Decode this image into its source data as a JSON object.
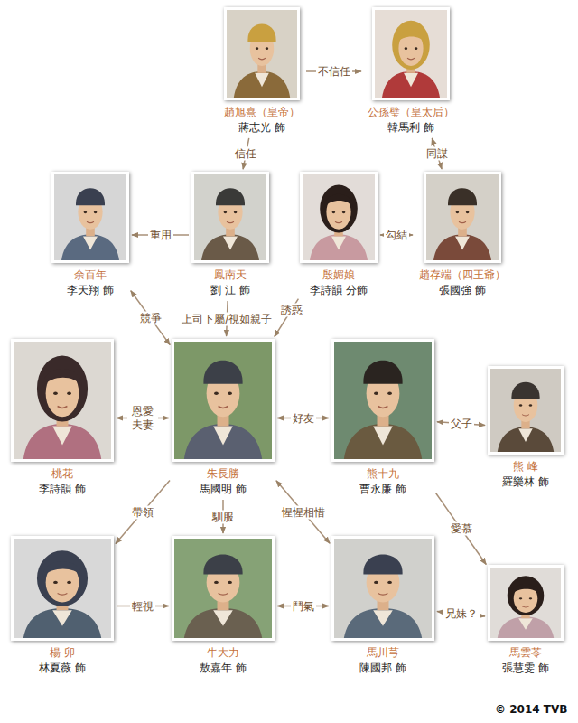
{
  "diagram": {
    "nodes": [
      {
        "text": [
          "趙旭熹（皇帝）",
          "蔣志光 飾"
        ]
      },
      {
        "text": [
          "公孫璧（皇太后）",
          "韓馬利 飾"
        ]
      },
      {
        "text": [
          "余百年",
          "李天翔 飾"
        ]
      },
      {
        "text": [
          "鳳南天",
          "劉 江 飾"
        ]
      },
      {
        "text": [
          "殷媚娘",
          "李詩韻 分飾"
        ]
      },
      {
        "text": [
          "趙存端（四王爺）",
          "張國強 飾"
        ]
      },
      {
        "text": [
          "桃花",
          "李詩韻 飾"
        ]
      },
      {
        "text": [
          "朱長勝",
          "馬國明 飾"
        ]
      },
      {
        "text": [
          "熊十九",
          "曹永廉 飾"
        ]
      },
      {
        "text": [
          "熊 峰",
          "羅樂林 飾"
        ]
      },
      {
        "text": [
          "楊 卯",
          "林夏薇 飾"
        ]
      },
      {
        "text": [
          "牛大力",
          "敖嘉年 飾"
        ]
      },
      {
        "text": [
          "馬川芎",
          "陳國邦 飾"
        ]
      },
      {
        "text": [
          "馬雲苓",
          "張慧雯 飾"
        ]
      }
    ],
    "edges": [
      {
        "from": 0,
        "to": 1,
        "label": "不信任",
        "arrow": "to"
      },
      {
        "from": 0,
        "to": 3,
        "label": "信任",
        "arrow": "to"
      },
      {
        "from": 1,
        "to": 5,
        "label": "同謀",
        "arrow": "both"
      },
      {
        "from": 3,
        "to": 2,
        "label": "重用",
        "arrow": "to"
      },
      {
        "from": 4,
        "to": 5,
        "label": "勾結",
        "arrow": "both"
      },
      {
        "from": 2,
        "to": 7,
        "label": "競爭",
        "arrow": "both"
      },
      {
        "from": 3,
        "to": 7,
        "label": "上司下屬/視如親子",
        "arrow": "to"
      },
      {
        "from": 4,
        "to": 7,
        "label": "誘惑",
        "arrow": "to"
      },
      {
        "from": 6,
        "to": 7,
        "label": "恩愛 夫妻",
        "arrow": "both"
      },
      {
        "from": 7,
        "to": 8,
        "label": "好友",
        "arrow": "both"
      },
      {
        "from": 8,
        "to": 9,
        "label": "父子",
        "arrow": "both"
      },
      {
        "from": 8,
        "to": 13,
        "label": "愛慕",
        "arrow": "to"
      },
      {
        "from": 7,
        "to": 10,
        "label": "帶領",
        "arrow": "to"
      },
      {
        "from": 7,
        "to": 11,
        "label": "馴服",
        "arrow": "to"
      },
      {
        "from": 7,
        "to": 12,
        "label": "惺惺相惜",
        "arrow": "both"
      },
      {
        "from": 10,
        "to": 11,
        "label": "輕視",
        "arrow": "to"
      },
      {
        "from": 12,
        "to": 11,
        "label": "鬥氣",
        "arrow": "both"
      },
      {
        "from": 12,
        "to": 13,
        "label": "兄妹？",
        "arrow": "both"
      }
    ],
    "labels": [
      "© 2014 TVB"
    ]
  }
}
